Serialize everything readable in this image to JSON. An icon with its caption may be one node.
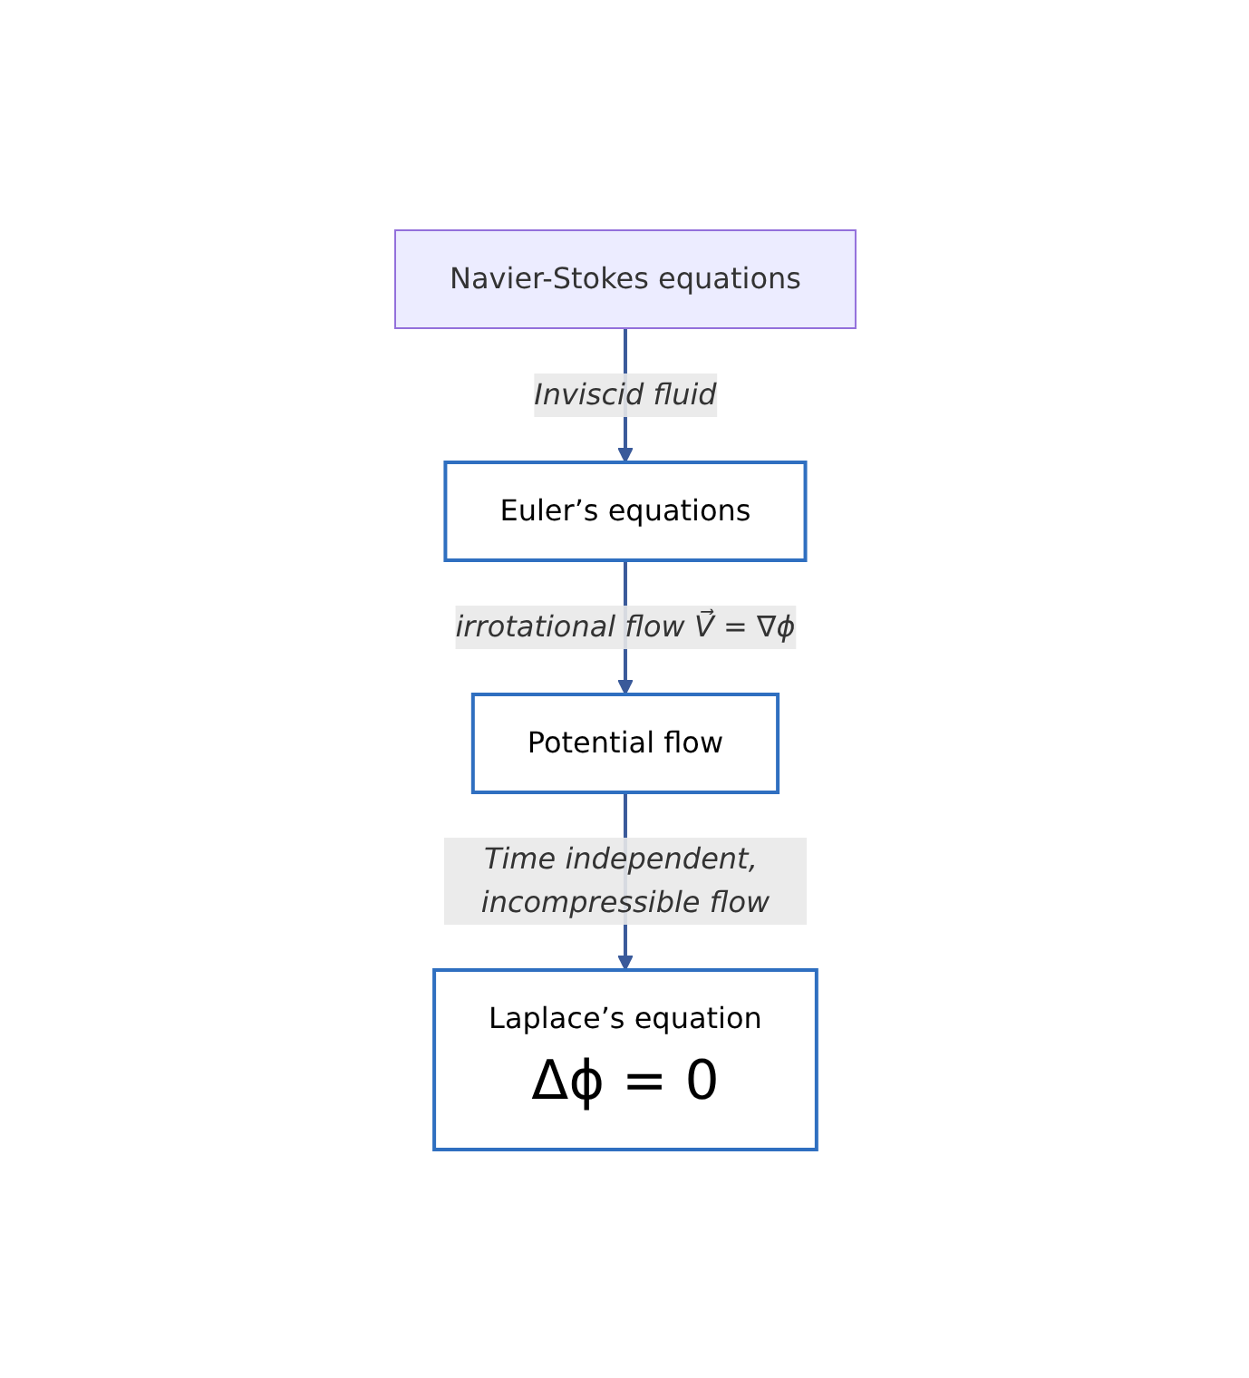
{
  "diagram": {
    "nodes": [
      {
        "text": [
          "Navier-Stokes equations"
        ]
      },
      {
        "text": [
          "Euler’s equations"
        ]
      },
      {
        "text": [
          "Potential flow"
        ]
      },
      {
        "text": [
          "Laplace’s equation",
          "Δϕ = 0"
        ]
      }
    ],
    "edges": [
      {
        "from": 0,
        "to": 1,
        "arrow": "to",
        "label": "Inviscid fluid"
      },
      {
        "from": 1,
        "to": 2,
        "arrow": "to",
        "label": "irrotational flow V⃗ = ∇ϕ"
      },
      {
        "from": 2,
        "to": 3,
        "arrow": "to",
        "label": "Time independent, incompressible flow"
      }
    ]
  }
}
